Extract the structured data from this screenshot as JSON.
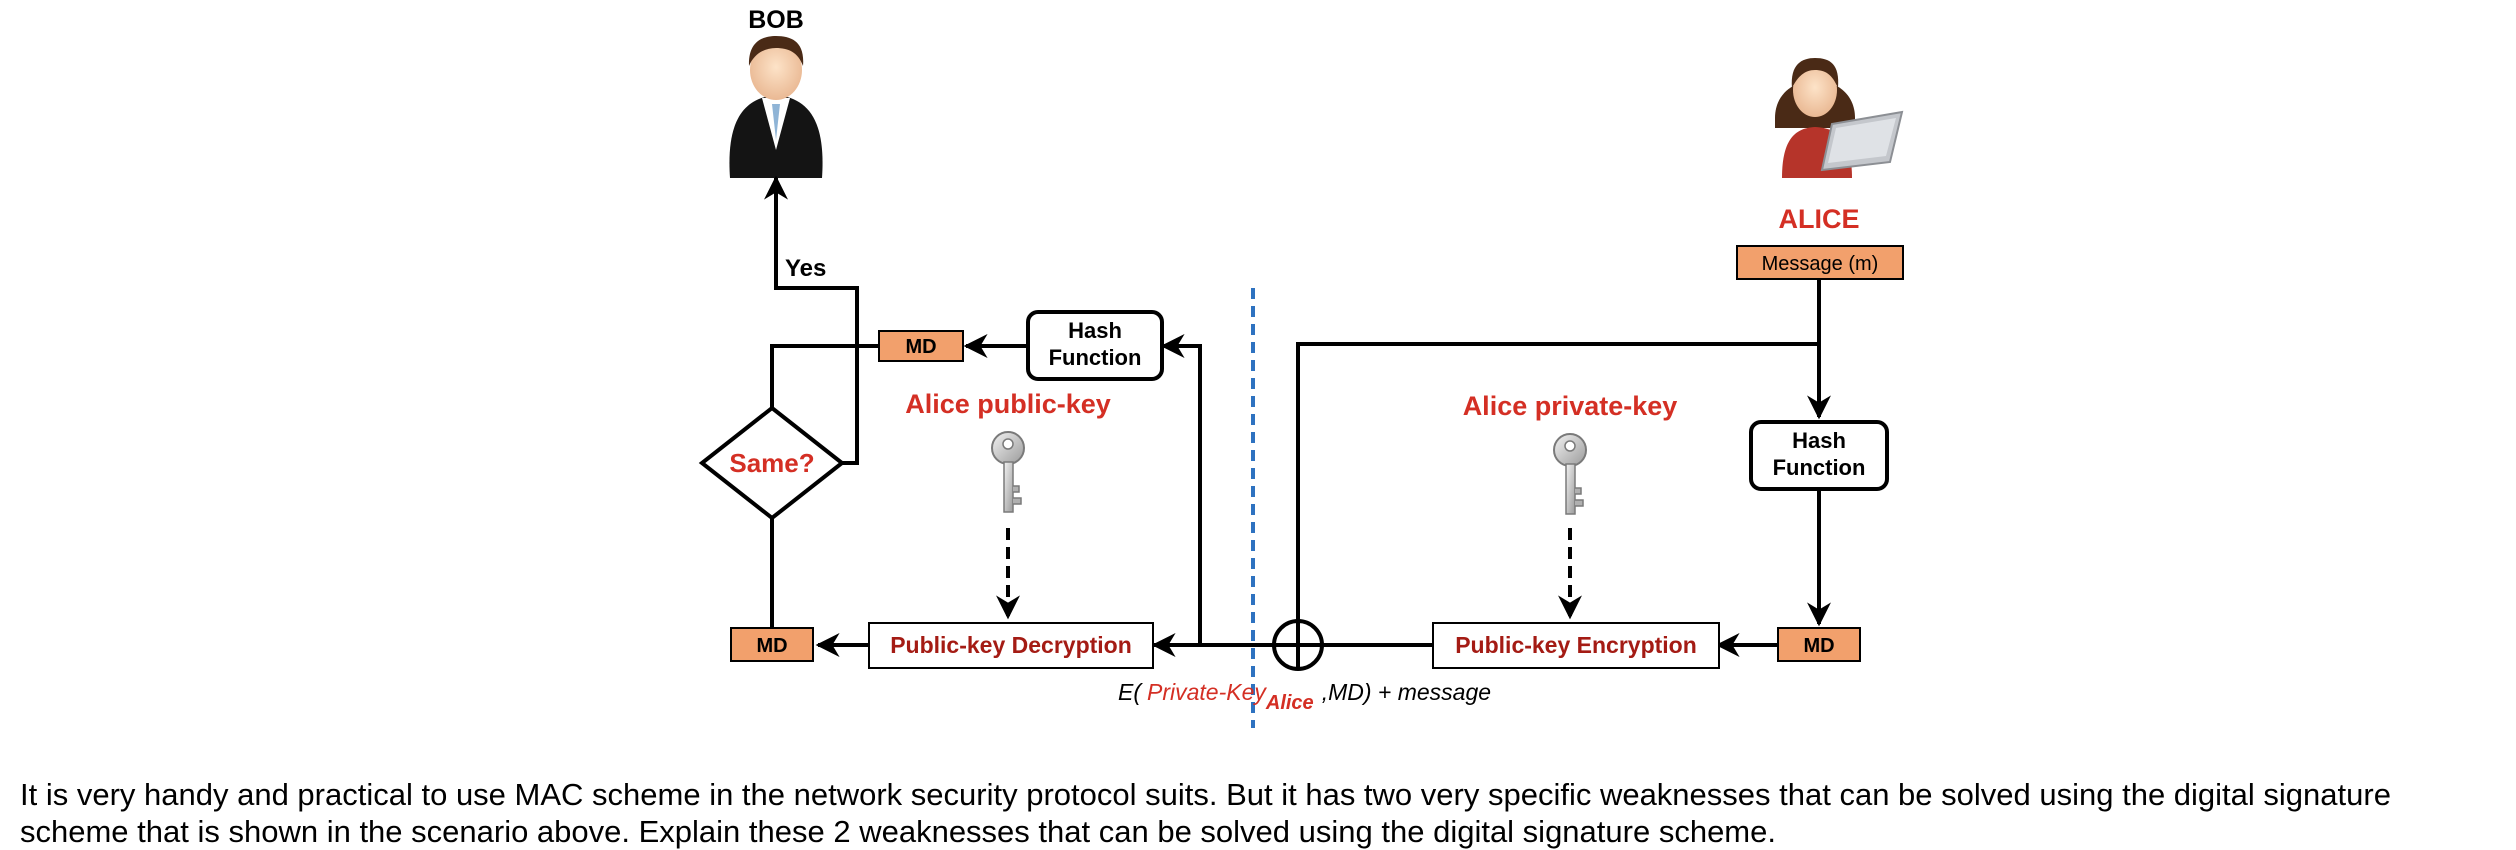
{
  "colors": {
    "line": "#000000",
    "accent_red": "#d42f24",
    "dark_red": "#a41b14",
    "md_fill": "#f2a06c",
    "divider_blue": "#2e72c0"
  },
  "bob": {
    "name": "BOB",
    "icon": "businessman-icon"
  },
  "alice": {
    "name": "ALICE",
    "icon": "woman-with-laptop-icon"
  },
  "message_label": "Message (m)",
  "md_label": "MD",
  "hash_function": {
    "line1": "Hash",
    "line2": "Function"
  },
  "compare": {
    "label": "Same?",
    "yes": "Yes"
  },
  "keys": {
    "public": "Alice public-key",
    "private": "Alice private-key",
    "icon": "key-icon"
  },
  "decryption_label": "Public-key Decryption",
  "encryption_label": "Public-key Encryption",
  "xor_icon": "circled-plus-icon",
  "formula": {
    "prefix": "E(",
    "key": "Private-Key",
    "sub": "Alice",
    "suffix": ",MD) + message"
  },
  "question": "It is very handy and practical to use MAC scheme in the network security protocol suits. But it has two very specific weaknesses that can be solved using the digital signature scheme that is shown in the scenario above. Explain these 2 weaknesses that can be solved using the digital signature scheme."
}
